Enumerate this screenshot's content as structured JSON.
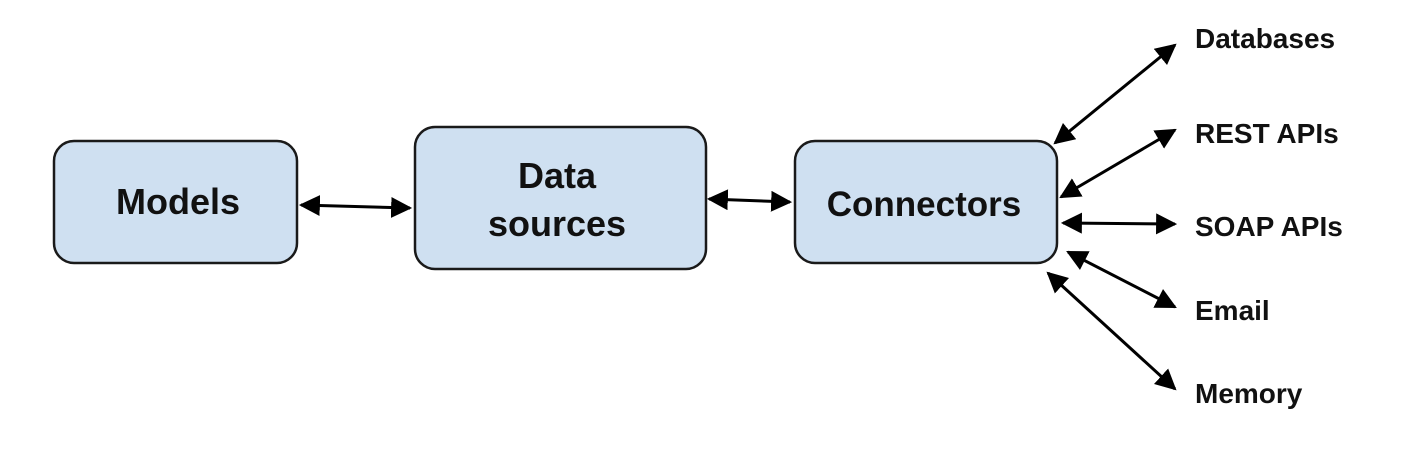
{
  "nodes": {
    "models": {
      "label": "Models"
    },
    "data_sources": {
      "label_line1": "Data",
      "label_line2": "sources"
    },
    "connectors": {
      "label": "Connectors"
    }
  },
  "targets": [
    {
      "id": "databases",
      "label": "Databases"
    },
    {
      "id": "rest",
      "label": "REST APIs"
    },
    {
      "id": "soap",
      "label": "SOAP APIs"
    },
    {
      "id": "email",
      "label": "Email"
    },
    {
      "id": "memory",
      "label": "Memory"
    }
  ],
  "colors": {
    "box_fill": "#cfe0f1",
    "stroke": "#1a1a1a",
    "text": "#111111"
  }
}
